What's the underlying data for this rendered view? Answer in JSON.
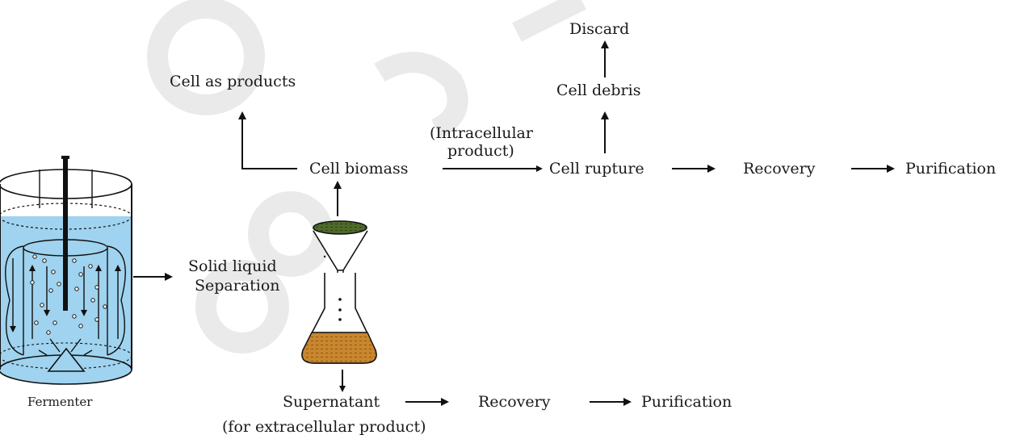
{
  "labels": {
    "discard": "Discard",
    "cell_debris": "Cell debris",
    "cell_as_products": "Cell as products",
    "intracellular_1": "(Intracellular",
    "intracellular_2": "product)",
    "cell_biomass": "Cell biomass",
    "cell_rupture": "Cell rupture",
    "recovery_top": "Recovery",
    "purification_top": "Purification",
    "solid_liquid_1": "Solid liquid",
    "solid_liquid_2": "Separation",
    "fermenter": "Fermenter",
    "supernatant": "Supernatant",
    "recovery_bottom": "Recovery",
    "purification_bottom": "Purification",
    "extracellular": "(for extracellular product)"
  },
  "colors": {
    "fermenter_liquid": "#9fd3ef",
    "filter_cake": "#4e6a2a",
    "flask_liquid": "#c8862e",
    "ink": "#111111"
  }
}
